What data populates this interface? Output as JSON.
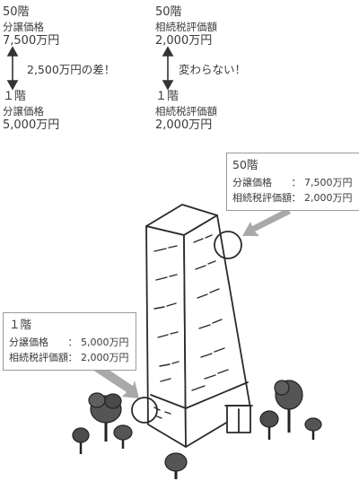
{
  "left": {
    "top": {
      "floor": "50階",
      "label": "分譲価格",
      "value": "7,500万円"
    },
    "diff": "2,500万円の差！",
    "bottom": {
      "floor": "１階",
      "label": "分譲価格",
      "value": "5,000万円"
    }
  },
  "right": {
    "top": {
      "floor": "50階",
      "label": "相続税評価額",
      "value": "2,000万円"
    },
    "diff": "変わらない！",
    "bottom": {
      "floor": "１階",
      "label": "相続税評価額",
      "value": "2,000万円"
    }
  },
  "callout_top": {
    "floor": "50階",
    "rows": [
      {
        "label": "分譲価格",
        "sep": "：",
        "value": "7,500万円"
      },
      {
        "label": "相続税評価額",
        "sep": "：",
        "value": "2,000万円"
      }
    ]
  },
  "callout_bottom": {
    "floor": "１階",
    "rows": [
      {
        "label": "分譲価格",
        "sep": "：",
        "value": "5,000万円"
      },
      {
        "label": "相続税評価額",
        "sep": "：",
        "value": "2,000万円"
      }
    ]
  }
}
